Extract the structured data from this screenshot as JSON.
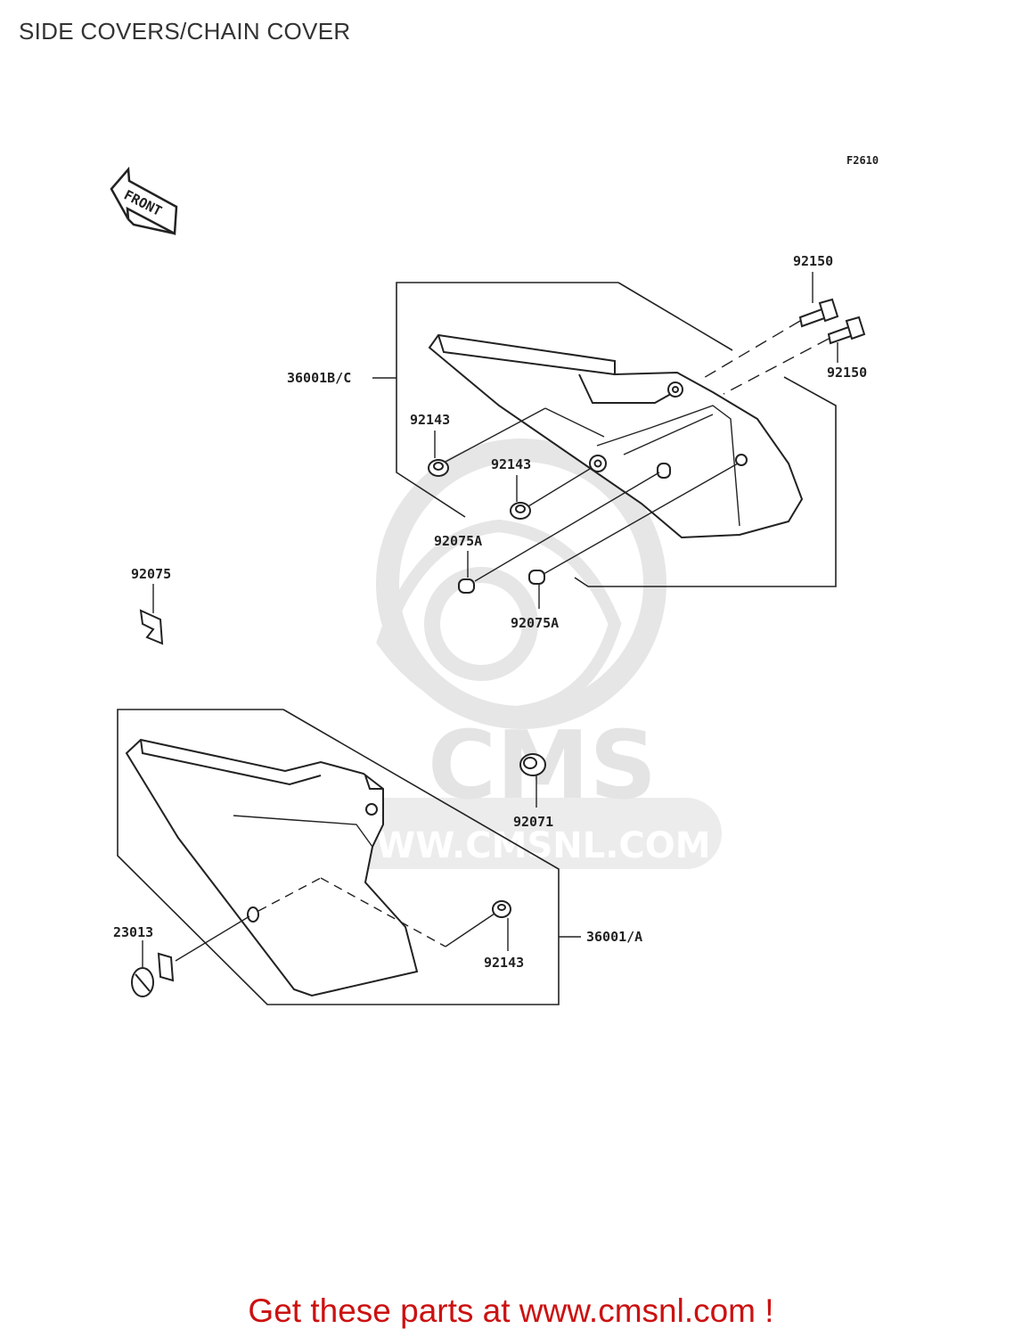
{
  "page_title": "SIDE COVERS/CHAIN COVER",
  "figure_code": "F2610",
  "direction_arrow_label": "FRONT",
  "watermark": {
    "brand": "CMS",
    "url": "WWW.CMSNL.COM",
    "color": "#e4e4e4"
  },
  "callouts": [
    "92150",
    "92150",
    "36001B/C",
    "92143",
    "92143",
    "92075A",
    "92075A",
    "92075",
    "92071",
    "23013",
    "36001/A",
    "92143"
  ],
  "cta_text": "Get these parts at www.cmsnl.com !",
  "colors": {
    "cta": "#cc1111",
    "line": "#222222",
    "title": "#333333"
  }
}
